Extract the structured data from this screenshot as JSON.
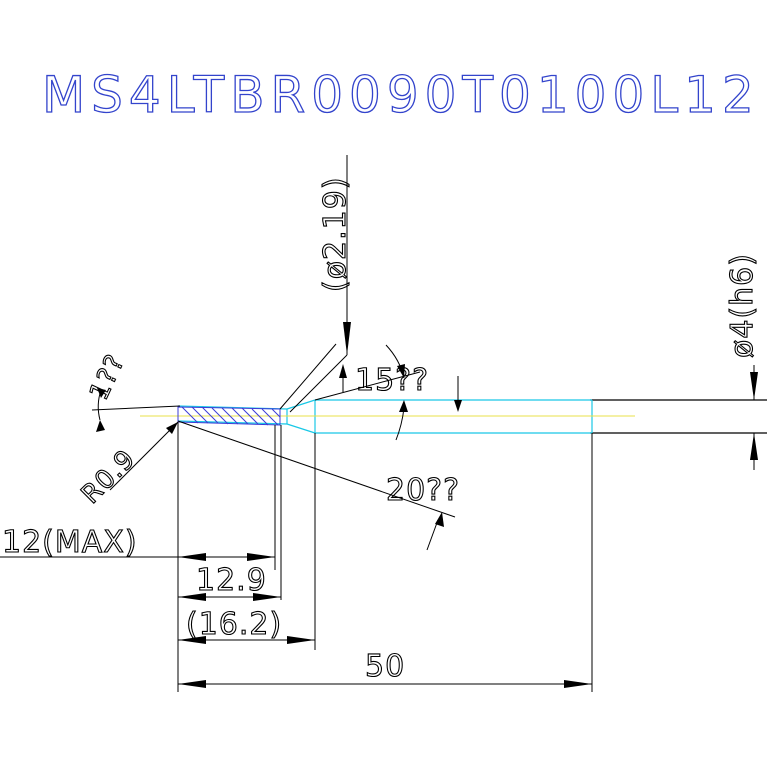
{
  "title": "MS4LTBR0090T0100L12",
  "labels": {
    "diameter_219": "(ø2.19)",
    "diameter_4": "ø4(h6)",
    "angle_1": "1??",
    "angle_15": "15??",
    "angle_20": "20??",
    "radius": "R0.9",
    "max_len": "12(MAX)",
    "len_129": "12.9",
    "len_162": "(16.2)",
    "len_50": "50"
  },
  "colors": {
    "title": "#3344cc",
    "outline": "#000000",
    "body": "#19c8e6",
    "center": "#e8e04a",
    "hatch": "#3b3bd6"
  }
}
